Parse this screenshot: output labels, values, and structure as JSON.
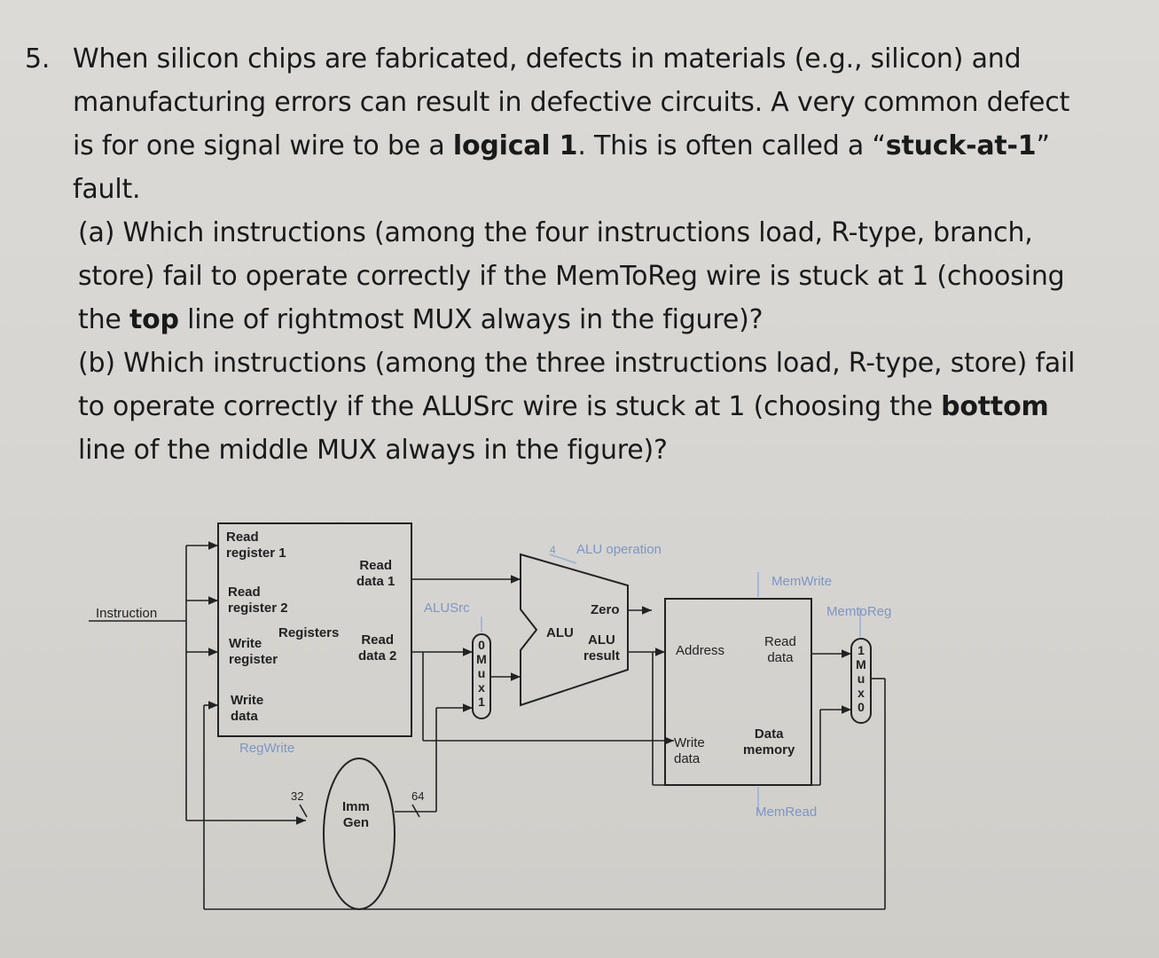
{
  "question": {
    "number": "5.",
    "intro": [
      "When silicon chips are fabricated, defects in materials (e.g., silicon) and",
      "manufacturing errors can result in defective circuits. A very common defect",
      [
        "is for one signal wire to be a ",
        "logical 1",
        ". This is often called a “",
        "stuck-at-1",
        "”"
      ],
      "fault."
    ],
    "part_a": [
      "(a) Which instructions (among the four instructions load, R-type, branch,",
      "store) fail to operate correctly if the MemToReg wire is stuck at 1 (choosing",
      [
        "the ",
        "top",
        " line of rightmost MUX always in the figure)?"
      ]
    ],
    "part_b": [
      "(b) Which instructions (among the three instructions load, R-type, store) fail",
      [
        "to operate correctly if the ALUSrc wire is stuck at 1 (choosing the ",
        "bottom"
      ],
      "line of the middle MUX always in the figure)?"
    ]
  },
  "diagram": {
    "instruction": "Instruction",
    "registers": {
      "read_register_1": [
        "Read",
        "register 1"
      ],
      "read_register_2": [
        "Read",
        "register 2"
      ],
      "write_register": [
        "Write",
        "register"
      ],
      "write_data": [
        "Write",
        "data"
      ],
      "read_data_1": [
        "Read",
        "data 1"
      ],
      "read_data_2": [
        "Read",
        "data 2"
      ],
      "title": "Registers"
    },
    "regwrite": "RegWrite",
    "alusrc": "ALUSrc",
    "alu_mux": {
      "top": "0",
      "letters": [
        "M",
        "u",
        "x"
      ],
      "bottom": "1"
    },
    "alu": {
      "label": "ALU",
      "zero": "Zero",
      "result": [
        "ALU",
        "result"
      ]
    },
    "alu_operation": "ALU operation",
    "alu_op_bits": "4",
    "imm_gen": {
      "label": [
        "Imm",
        "Gen"
      ],
      "in_bits": "32",
      "out_bits": "64"
    },
    "data_memory": {
      "address": "Address",
      "read_data": [
        "Read",
        "data"
      ],
      "write_data": [
        "Write",
        "data"
      ],
      "title": [
        "Data",
        "memory"
      ]
    },
    "memwrite": "MemWrite",
    "memread": "MemRead",
    "memtoreg": "MemtoReg",
    "mem_mux": {
      "top": "1",
      "letters": [
        "M",
        "u",
        "x"
      ],
      "bottom": "0"
    }
  }
}
